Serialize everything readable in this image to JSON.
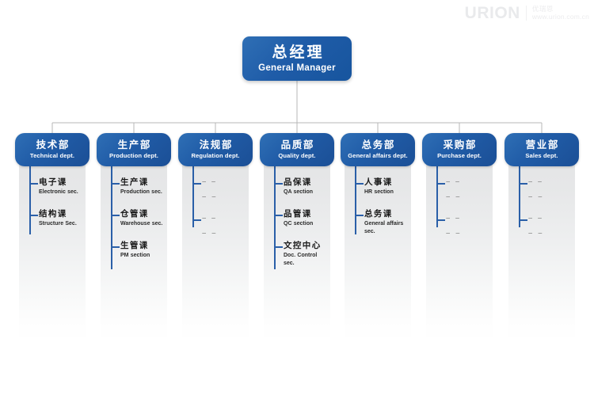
{
  "watermark": {
    "brand": "URION",
    "brand_cn": "优瑞恩",
    "url": "www.urion.com.cn"
  },
  "colors": {
    "node_blue": "#1f5ca8",
    "node_blue_light": "#2f6fb5",
    "connector_gray": "#b7b7b7",
    "spine_blue": "#2a5fa8",
    "panel_gray": "#e3e4e5",
    "text_dark": "#1a1a1a",
    "placeholder_gray": "#9b9b9b"
  },
  "chart_data": {
    "type": "diagram",
    "diagram_type": "organization-chart",
    "title": "总经理 / General Manager organization chart",
    "root": {
      "cn": "总经理",
      "en": "General Manager"
    },
    "departments": [
      {
        "cn": "技术部",
        "en": "Technical dept.",
        "sections": [
          {
            "cn": "电子课",
            "en": "Electronic sec.",
            "placeholder": false
          },
          {
            "cn": "结构课",
            "en": "Structure Sec.",
            "placeholder": false
          }
        ]
      },
      {
        "cn": "生产部",
        "en": "Production dept.",
        "sections": [
          {
            "cn": "生产课",
            "en": "Production sec.",
            "placeholder": false
          },
          {
            "cn": "仓管课",
            "en": "Warehouse sec.",
            "placeholder": false
          },
          {
            "cn": "生管课",
            "en": "PM section",
            "placeholder": false
          }
        ]
      },
      {
        "cn": "法规部",
        "en": "Regulation dept.",
        "sections": [
          {
            "cn": "– –",
            "en": "– –",
            "placeholder": true
          },
          {
            "cn": "– –",
            "en": "– –",
            "placeholder": true
          }
        ]
      },
      {
        "cn": "品质部",
        "en": "Quality dept.",
        "sections": [
          {
            "cn": "品保课",
            "en": "QA section",
            "placeholder": false
          },
          {
            "cn": "品管课",
            "en": "QC section",
            "placeholder": false
          },
          {
            "cn": "文控中心",
            "en": "Doc. Control sec.",
            "placeholder": false
          }
        ]
      },
      {
        "cn": "总务部",
        "en": "General affairs dept.",
        "sections": [
          {
            "cn": "人事课",
            "en": "HR section",
            "placeholder": false
          },
          {
            "cn": "总务课",
            "en": "General affairs sec.",
            "placeholder": false
          }
        ]
      },
      {
        "cn": "采购部",
        "en": "Purchase dept.",
        "sections": [
          {
            "cn": "– –",
            "en": "– –",
            "placeholder": true
          },
          {
            "cn": "– –",
            "en": "– –",
            "placeholder": true
          }
        ]
      },
      {
        "cn": "营业部",
        "en": "Sales dept.",
        "sections": [
          {
            "cn": "– –",
            "en": "– –",
            "placeholder": true
          },
          {
            "cn": "– –",
            "en": "– –",
            "placeholder": true
          }
        ]
      }
    ]
  }
}
